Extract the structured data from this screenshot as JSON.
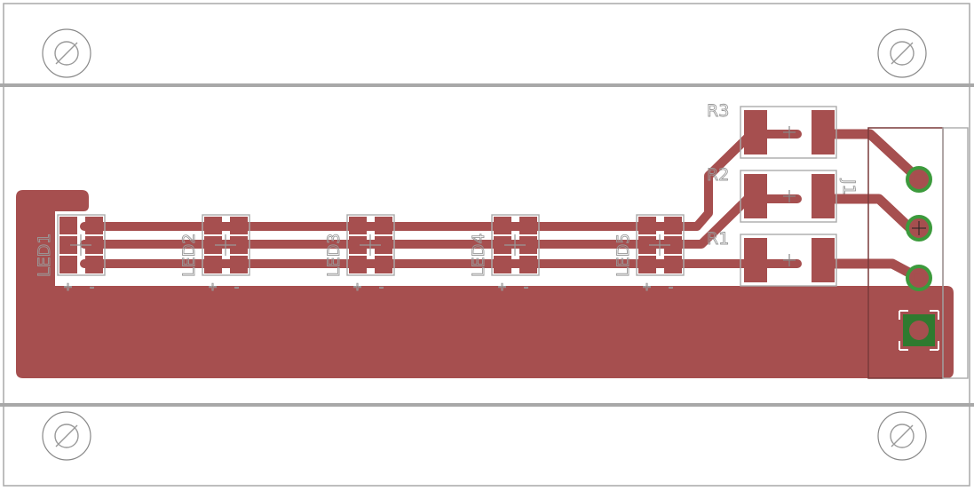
{
  "board": {
    "colors": {
      "background": "#ffffff",
      "copper": "#a64f4f",
      "outline": "#a8a8a8",
      "silk": "#9a9a9a",
      "via_ring": "#3c9a3c",
      "header_outline": "#7a3a3a"
    },
    "mounting_holes": [
      {
        "name": "mount-hole-top-left",
        "icon": "drill-hole-icon"
      },
      {
        "name": "mount-hole-top-right",
        "icon": "drill-hole-icon"
      },
      {
        "name": "mount-hole-bottom-left",
        "icon": "drill-hole-icon"
      },
      {
        "name": "mount-hole-bottom-right",
        "icon": "drill-hole-icon"
      }
    ],
    "leds": [
      {
        "label": "LED1",
        "plus": "+",
        "minus": "-"
      },
      {
        "label": "LED2",
        "plus": "+",
        "minus": "-"
      },
      {
        "label": "LED3",
        "plus": "+",
        "minus": "-"
      },
      {
        "label": "LED4",
        "plus": "+",
        "minus": "-"
      },
      {
        "label": "LED5",
        "plus": "+",
        "minus": "-"
      }
    ],
    "resistors": [
      {
        "label": "R3"
      },
      {
        "label": "R2"
      },
      {
        "label": "R1"
      }
    ],
    "connector": {
      "label": "J1",
      "pins": 4
    }
  }
}
